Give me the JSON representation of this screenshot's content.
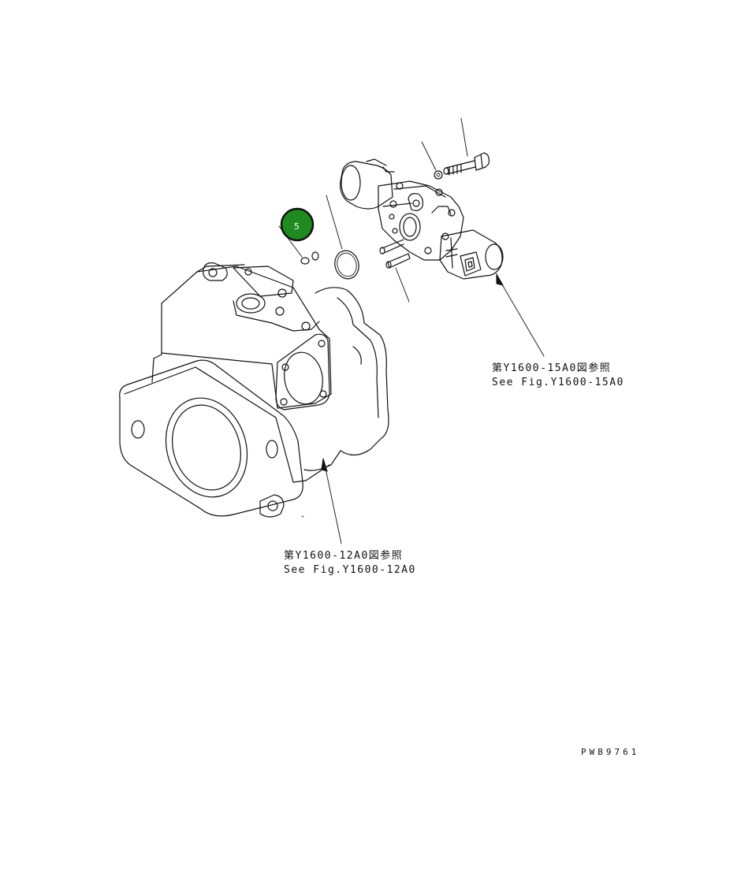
{
  "drawing_code": "PWB9761",
  "part_badges": [
    {
      "number": "5",
      "color": "#1f8a1f",
      "ring_color": "#111111"
    }
  ],
  "references": {
    "valve": {
      "line_jp": "第Y1600-15A0図参照",
      "line_en": "See Fig.Y1600-15A0"
    },
    "pump": {
      "line_jp": "第Y1600-12A0図参照",
      "line_en": "See Fig.Y1600-12A0"
    }
  }
}
